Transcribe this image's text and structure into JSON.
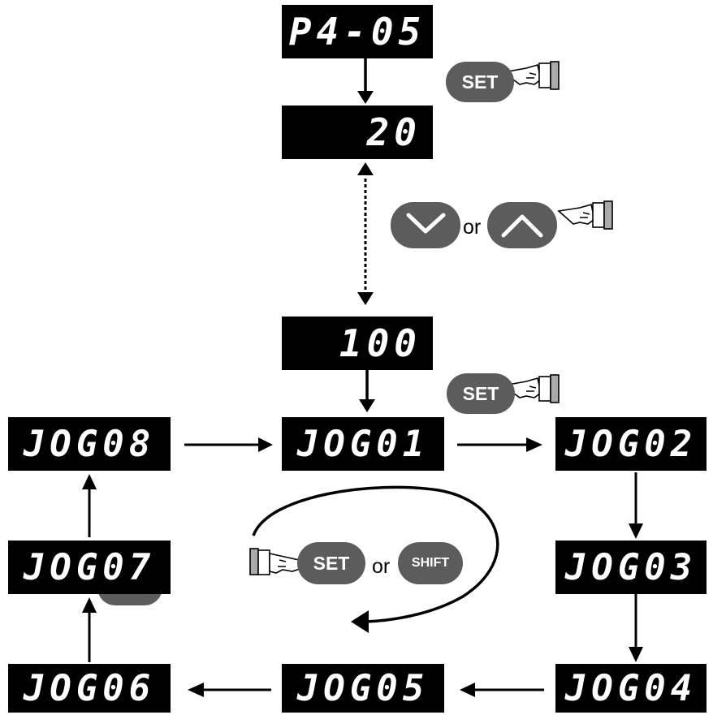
{
  "displays": {
    "param": "P4-05",
    "val_start": "20",
    "val_end": "100",
    "jog": [
      "JOG01",
      "JOG02",
      "JOG03",
      "JOG04",
      "JOG05",
      "JOG06",
      "JOG07",
      "JOG08"
    ]
  },
  "buttons": {
    "set": "SET",
    "shift": "SHIFT",
    "or": "or"
  },
  "icons": {
    "down": "chevron-down-icon",
    "up": "chevron-up-icon",
    "hand": "pointing-hand-icon"
  },
  "colors": {
    "display_bg": "#000000",
    "display_text": "#ffffff",
    "button_bg": "#5c5c5c"
  }
}
